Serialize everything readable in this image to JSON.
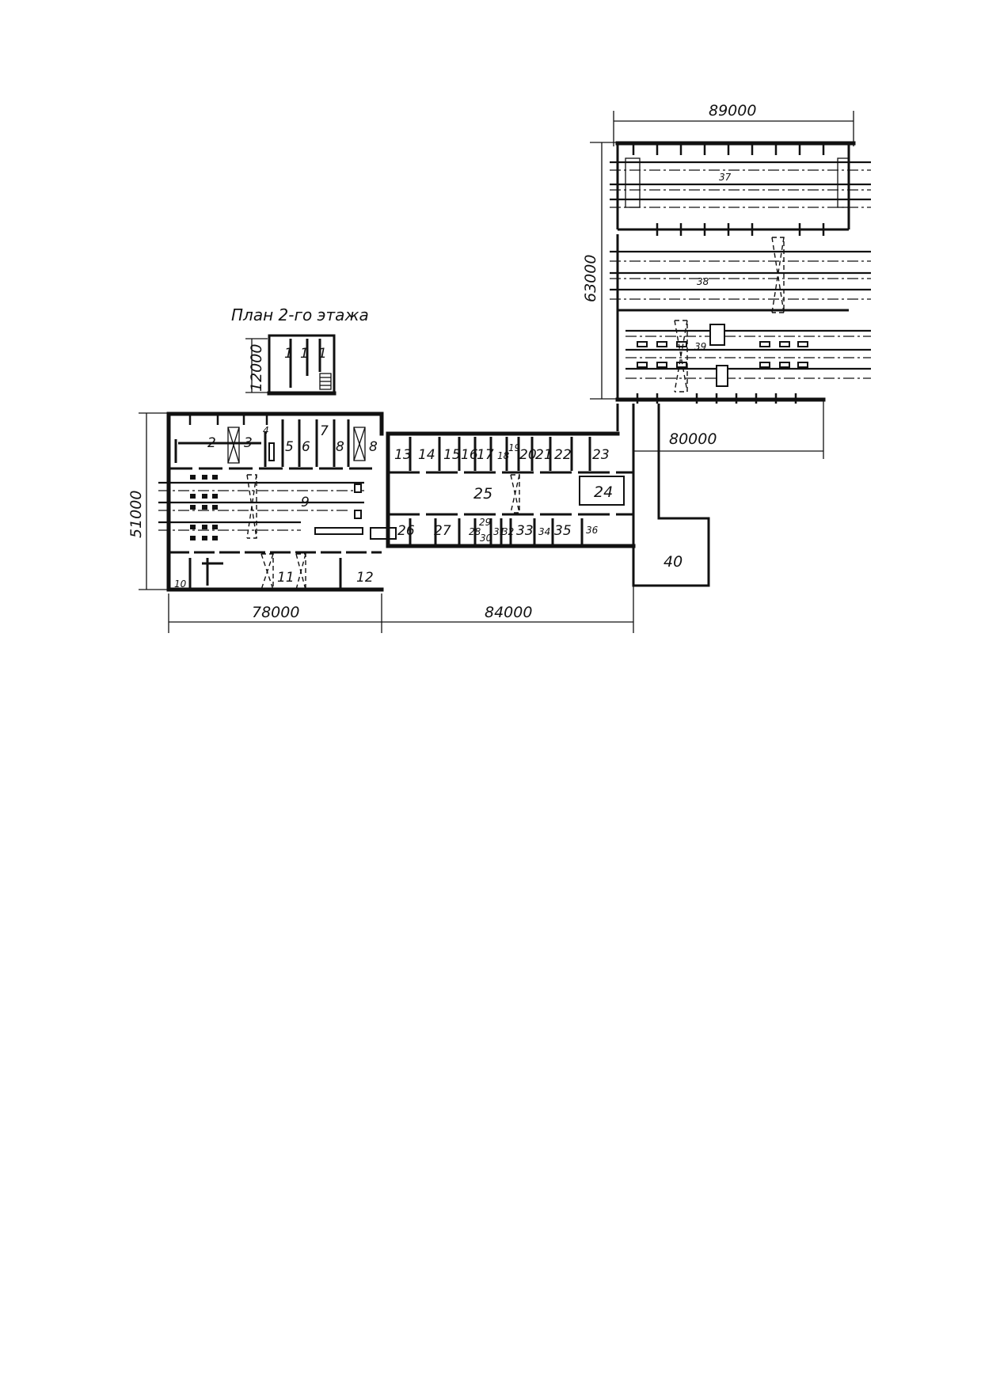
{
  "second_floor_plan": {
    "title": "План 2-го этажа",
    "dimension": "12000",
    "rooms": [
      "1",
      "1",
      "1"
    ]
  },
  "dimensions": {
    "top_width": "89000",
    "right_height": "63000",
    "right_lower_width": "80000",
    "left_height": "51000",
    "bottom_left_width": "78000",
    "bottom_middle_width": "84000"
  },
  "rooms": {
    "r2": "2",
    "r3": "3",
    "r4": "4",
    "r5": "5",
    "r6": "6",
    "r7": "7",
    "r8a": "8",
    "r8b": "8",
    "r9": "9",
    "r10": "10",
    "r11": "11",
    "r12": "12",
    "r13": "13",
    "r14": "14",
    "r15": "15",
    "r16": "16",
    "r17": "17",
    "r18": "18",
    "r19": "19",
    "r20": "20",
    "r21": "21",
    "r22": "22",
    "r23": "23",
    "r24": "24",
    "r25": "25",
    "r26": "26",
    "r27": "27",
    "r28": "28",
    "r29": "29",
    "r30": "30",
    "r31": "31",
    "r32": "32",
    "r33": "33",
    "r34": "34",
    "r35": "35",
    "r36": "36",
    "r37": "37",
    "r38": "38",
    "r39": "39",
    "r40": "40"
  }
}
